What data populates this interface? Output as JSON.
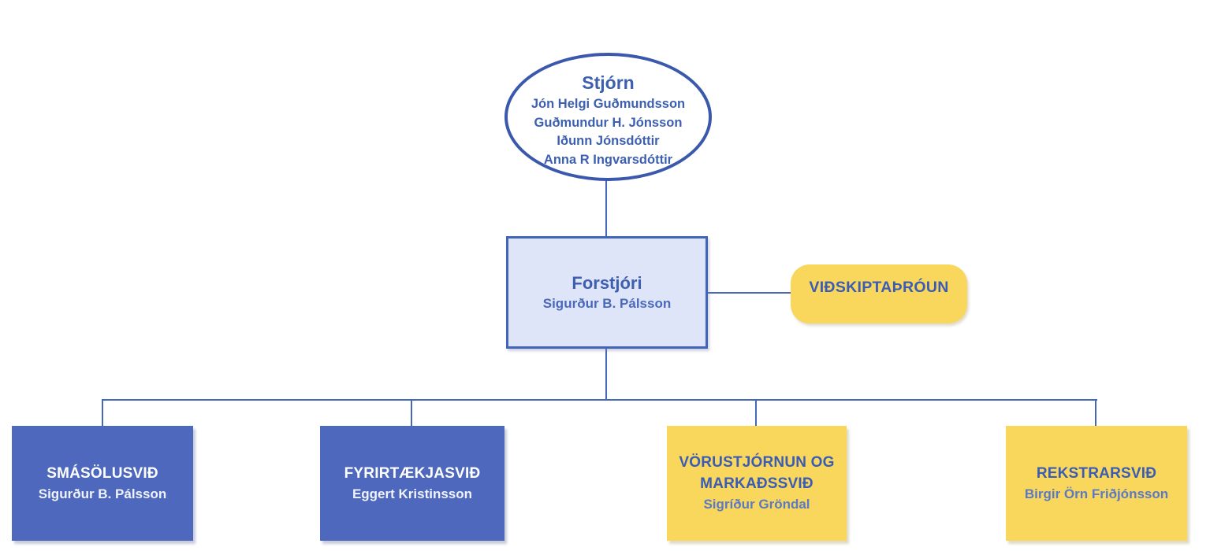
{
  "chart_type": "org-chart",
  "colors": {
    "connector_line": "#4569b8",
    "node_border_blue": "#3a58ac",
    "ceo_fill": "#dfe5f8",
    "division_blue_fill": "#4d68bd",
    "yellow_fill": "#f9d75c",
    "text_blue": "#3d5fb0",
    "text_blue_muted": "#5b79c4",
    "text_white": "#ffffff",
    "background": "#ffffff"
  },
  "board": {
    "title": "Stjórn",
    "members": [
      "Jón Helgi Guðmundsson",
      "Guðmundur H. Jónsson",
      "Iðunn Jónsdóttir",
      "Anna R Ingvarsdóttir"
    ]
  },
  "ceo": {
    "title": "Forstjóri",
    "name": "Sigurður B. Pálsson"
  },
  "staff_unit": {
    "label": "VIÐSKIPTAÞRÓUN"
  },
  "divisions": [
    {
      "label": "SMÁSÖLUSVIÐ",
      "name": "Sigurður B. Pálsson",
      "color": "blue"
    },
    {
      "label": "FYRIRTÆKJASVIÐ",
      "name": "Eggert Kristinsson",
      "color": "blue"
    },
    {
      "label": "VÖRUSTJÓRNUN OG MARKAÐSSVIÐ",
      "name": "Sigríður Gröndal",
      "color": "yellow"
    },
    {
      "label": "REKSTRARSVIÐ",
      "name": "Birgir Örn Friðjónsson",
      "color": "yellow"
    }
  ]
}
